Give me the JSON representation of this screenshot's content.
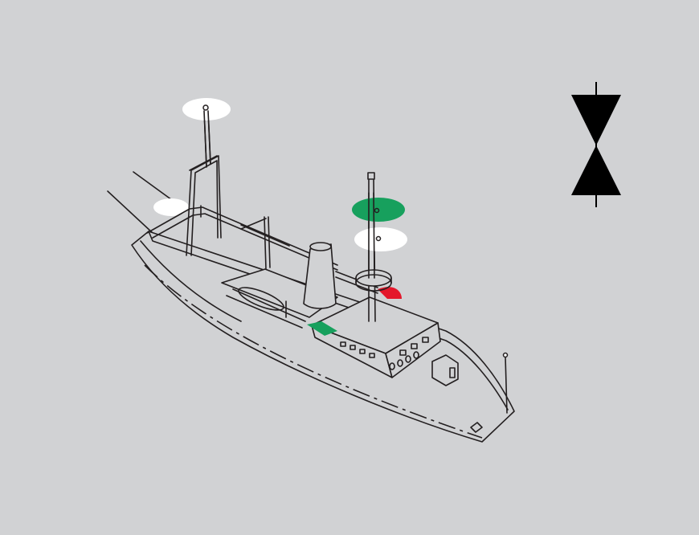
{
  "figure": {
    "subject": "vessel-with-lights-and-day-shape",
    "background_color": "#d1d2d4",
    "line_color": "#231f20",
    "lights": [
      {
        "id": "masthead-light-aft",
        "color": "#ffffff"
      },
      {
        "id": "stern-light",
        "color": "#ffffff"
      },
      {
        "id": "all-round-light-top",
        "color": "#17a05d"
      },
      {
        "id": "all-round-light-bottom",
        "color": "#ffffff"
      },
      {
        "id": "port-sidelight",
        "color": "#e4172b"
      },
      {
        "id": "starboard-sidelight",
        "color": "#17a05d"
      }
    ],
    "day_shape": {
      "type": "two-cones-points-together",
      "color": "#000000"
    }
  }
}
